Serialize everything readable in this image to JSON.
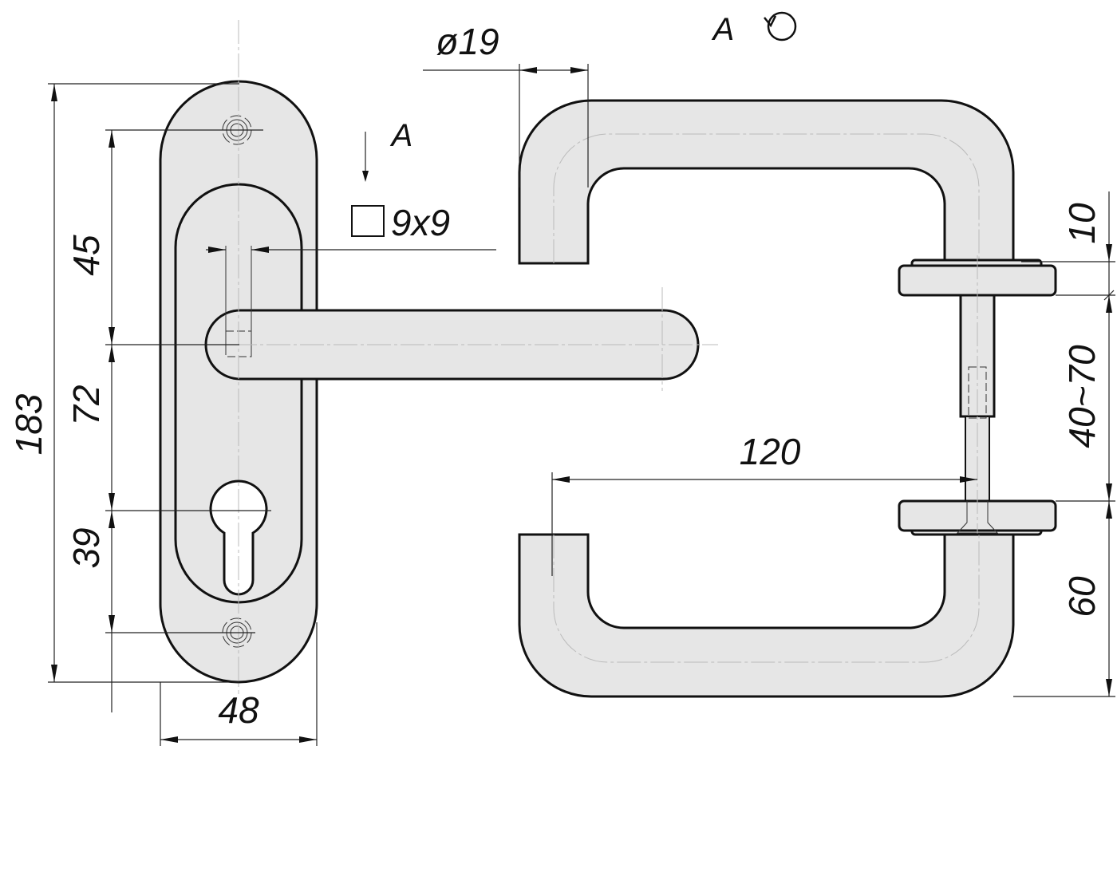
{
  "dimensions": {
    "overall_height": "183",
    "screw_to_lever": "45",
    "lever_to_cylinder": "72",
    "cylinder_to_screw": "39",
    "plate_width": "48",
    "tube_diameter": "ø19",
    "square_spindle": "9x9",
    "lever_length": "120",
    "rose_thickness": "10",
    "door_thickness": "40~70",
    "handle_height": "60"
  },
  "view_labels": {
    "section_arrow": "A",
    "view_rotated": "A"
  },
  "colors": {
    "fill": "#e6e6e6",
    "stroke": "#111111"
  }
}
